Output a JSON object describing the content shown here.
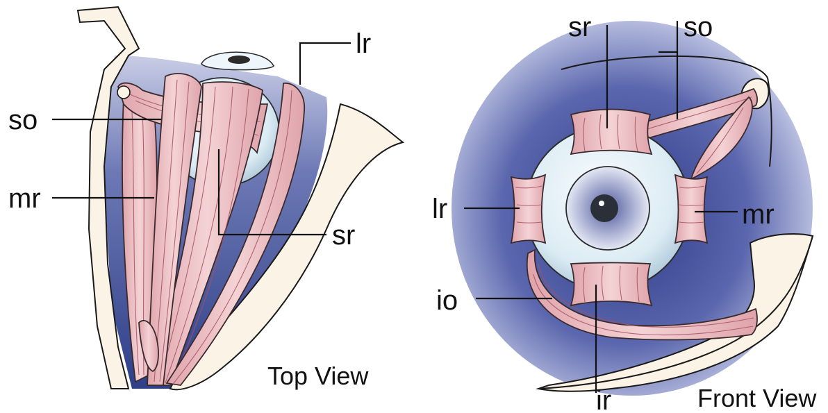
{
  "top_view": {
    "caption": "Top View",
    "labels": {
      "so": "so",
      "mr": "mr",
      "lr": "lr",
      "sr": "sr"
    }
  },
  "front_view": {
    "caption": "Front View",
    "labels": {
      "sr": "sr",
      "so": "so",
      "lr": "lr",
      "mr": "mr",
      "io": "io",
      "ir": "ir"
    }
  },
  "colors": {
    "orbit_blue": "#3d4f96",
    "muscle_pink": "#e9b9bd",
    "bone": "#fbf3e6",
    "eyeball": "#dfeef5"
  }
}
